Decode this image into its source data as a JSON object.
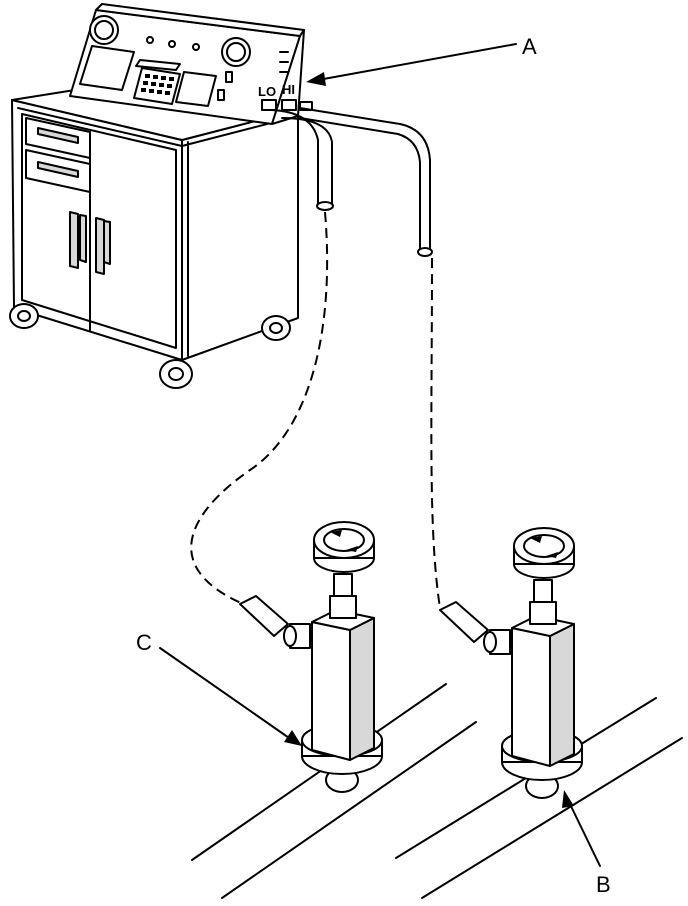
{
  "callouts": {
    "a": "A",
    "b": "B",
    "c": "C"
  },
  "ports": {
    "lo": "LO",
    "hi": "HI"
  }
}
